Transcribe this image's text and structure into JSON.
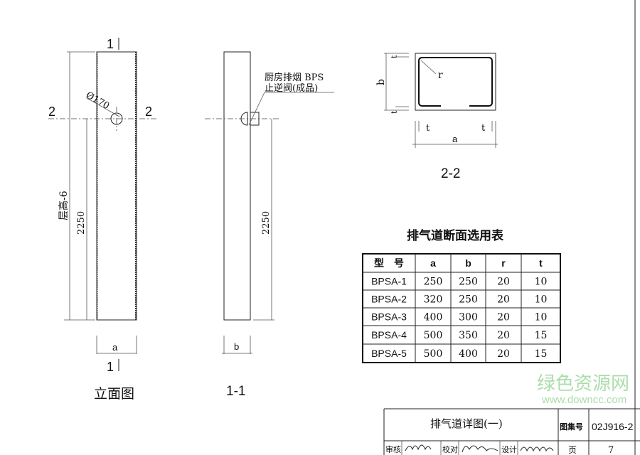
{
  "elevation": {
    "title": "立面图",
    "section_mark_1": "1",
    "section_mark_2": "2",
    "pipe_diameter": "Ø170",
    "floor_height_label": "层高-6",
    "height_dim": "2250",
    "width_label": "a"
  },
  "section_1_1": {
    "title": "1-1",
    "callout_line1": "厨房排烟 BPS",
    "callout_line2": "止逆阀(成品)",
    "height_dim": "2250",
    "width_label": "b"
  },
  "section_2_2": {
    "title": "2-2",
    "label_a": "a",
    "label_b": "b",
    "label_r": "r",
    "label_t": "t"
  },
  "table": {
    "title": "排气道断面选用表",
    "headers": [
      "型　号",
      "a",
      "b",
      "r",
      "t"
    ],
    "rows": [
      [
        "BPSA-1",
        "250",
        "250",
        "20",
        "10"
      ],
      [
        "BPSA-2",
        "320",
        "250",
        "20",
        "10"
      ],
      [
        "BPSA-3",
        "400",
        "300",
        "20",
        "10"
      ],
      [
        "BPSA-4",
        "500",
        "350",
        "20",
        "15"
      ],
      [
        "BPSA-5",
        "500",
        "400",
        "20",
        "15"
      ]
    ]
  },
  "title_block": {
    "drawing_title": "排气道详图(一)",
    "atlas_label": "图集号",
    "atlas_number": "02J916-2",
    "review_label": "审核",
    "check_label": "校对",
    "design_label": "设计",
    "page_label": "页",
    "page_number": "7"
  },
  "watermark": {
    "name": "绿色资源网",
    "url": "www.downcc.com",
    "color": "#7cc97c"
  }
}
